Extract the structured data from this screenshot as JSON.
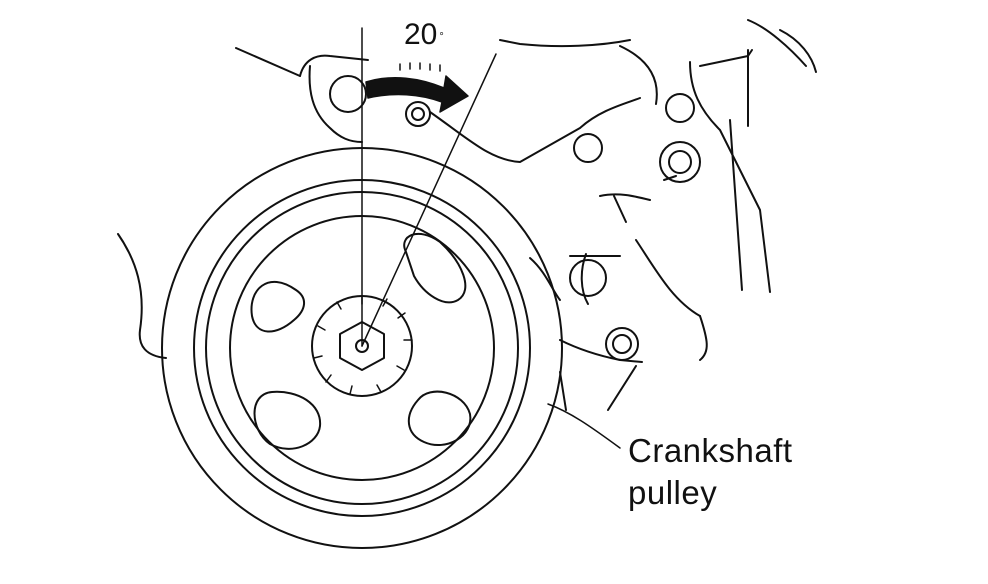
{
  "annotation": {
    "angle_value": "20",
    "angle_unit": "°"
  },
  "callout": {
    "line1": "Crankshaft",
    "line2": "pulley"
  },
  "colors": {
    "ink": "#111111",
    "background": "#ffffff"
  },
  "icons": {
    "rotation_arrow": "curved-arrow-right-icon"
  }
}
